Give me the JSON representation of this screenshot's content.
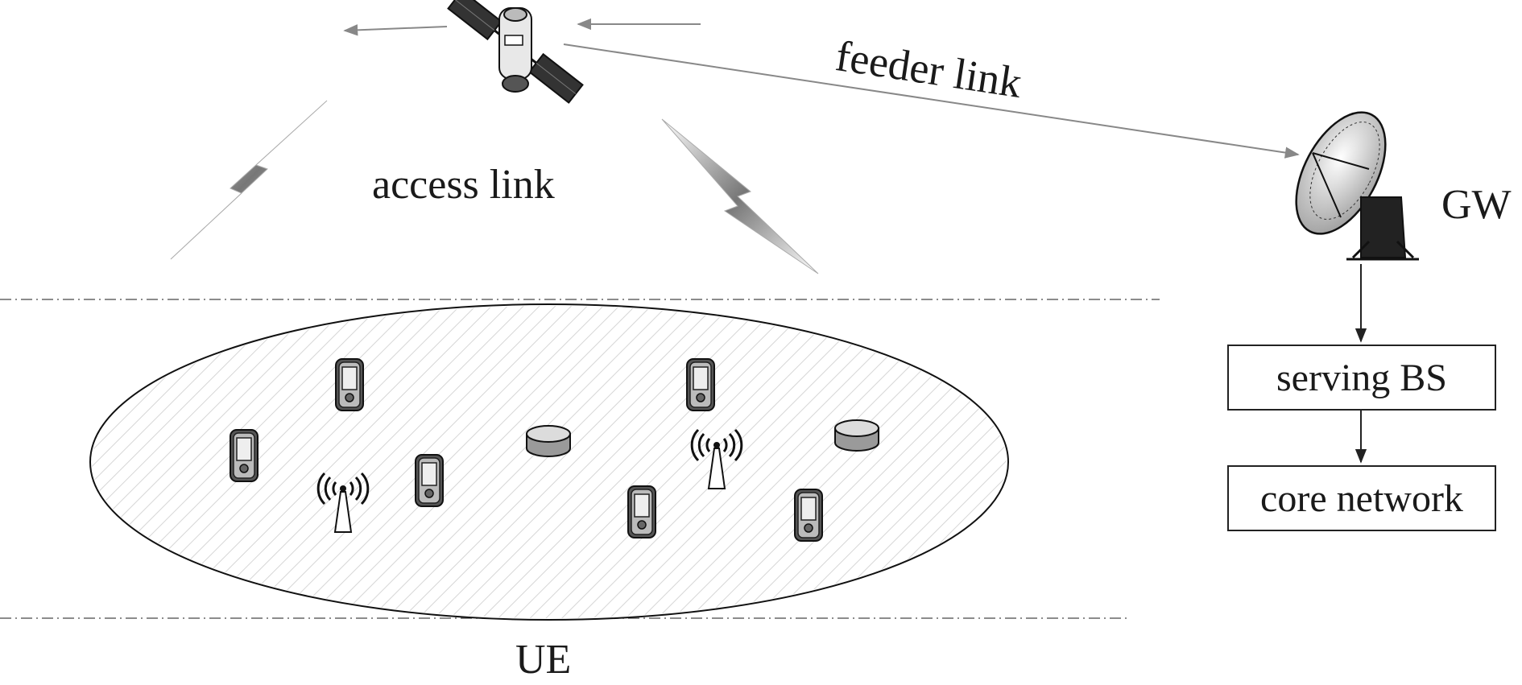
{
  "labels": {
    "feeder_link": "feeder link",
    "access_link": "access link",
    "gateway": "GW",
    "ue": "UE"
  },
  "boxes": {
    "serving_bs": "serving BS",
    "core_network": "core network"
  },
  "icons": {
    "satellite": "satellite-icon",
    "gateway_dish": "satellite-dish-icon",
    "phone": "mobile-phone-icon",
    "antenna": "radio-antenna-icon",
    "router": "router-icon",
    "lightning": "lightning-bolt-icon"
  },
  "colors": {
    "line": "#222222",
    "arrow_gray": "#888888",
    "hatch": "#d6d6d6"
  }
}
